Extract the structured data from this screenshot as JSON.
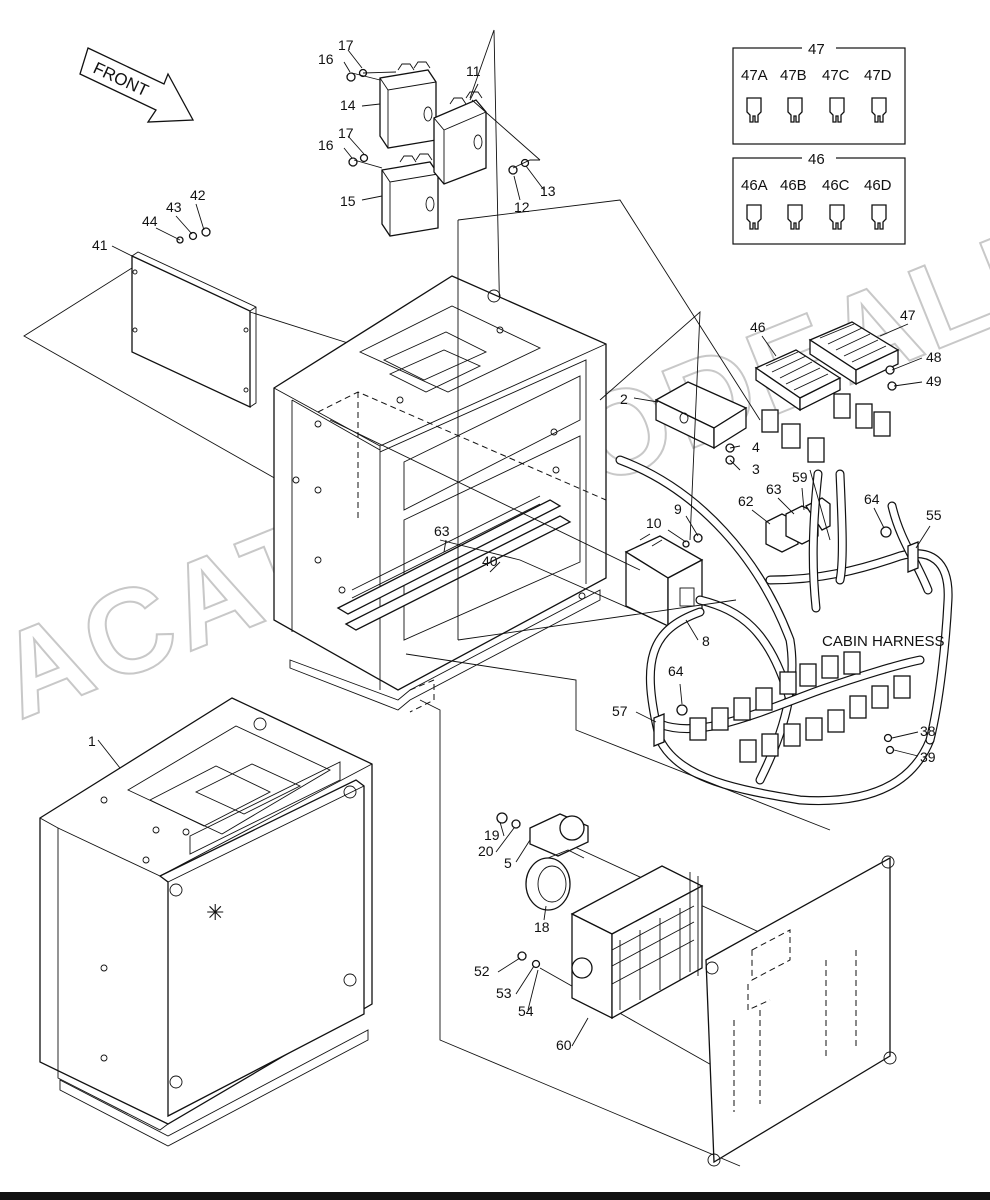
{
  "watermark": "ACAT.AUTODEALER.RU",
  "front_arrow_label": "FRONT",
  "cabin_harness_label": "CABIN HARNESS",
  "fuse_groups": [
    {
      "label": "47",
      "fuses": [
        "47A",
        "47B",
        "47C",
        "47D"
      ]
    },
    {
      "label": "46",
      "fuses": [
        "46A",
        "46B",
        "46C",
        "46D"
      ]
    }
  ],
  "callouts": {
    "c1": "1",
    "c2": "2",
    "c3": "3",
    "c4": "4",
    "c5": "5",
    "c8": "8",
    "c9": "9",
    "c10": "10",
    "c11": "11",
    "c12": "12",
    "c13": "13",
    "c14": "14",
    "c15": "15",
    "c16a": "16",
    "c16b": "16",
    "c17a": "17",
    "c17b": "17",
    "c18": "18",
    "c19": "19",
    "c20": "20",
    "c38": "38",
    "c39": "39",
    "c40": "40",
    "c41": "41",
    "c42": "42",
    "c43": "43",
    "c44": "44",
    "c46": "46",
    "c47": "47",
    "c48": "48",
    "c49": "49",
    "c52": "52",
    "c53": "53",
    "c54": "54",
    "c55": "55",
    "c57": "57",
    "c59": "59",
    "c60": "60",
    "c62": "62",
    "c63a": "63",
    "c63b": "63",
    "c64a": "64",
    "c64b": "64"
  }
}
